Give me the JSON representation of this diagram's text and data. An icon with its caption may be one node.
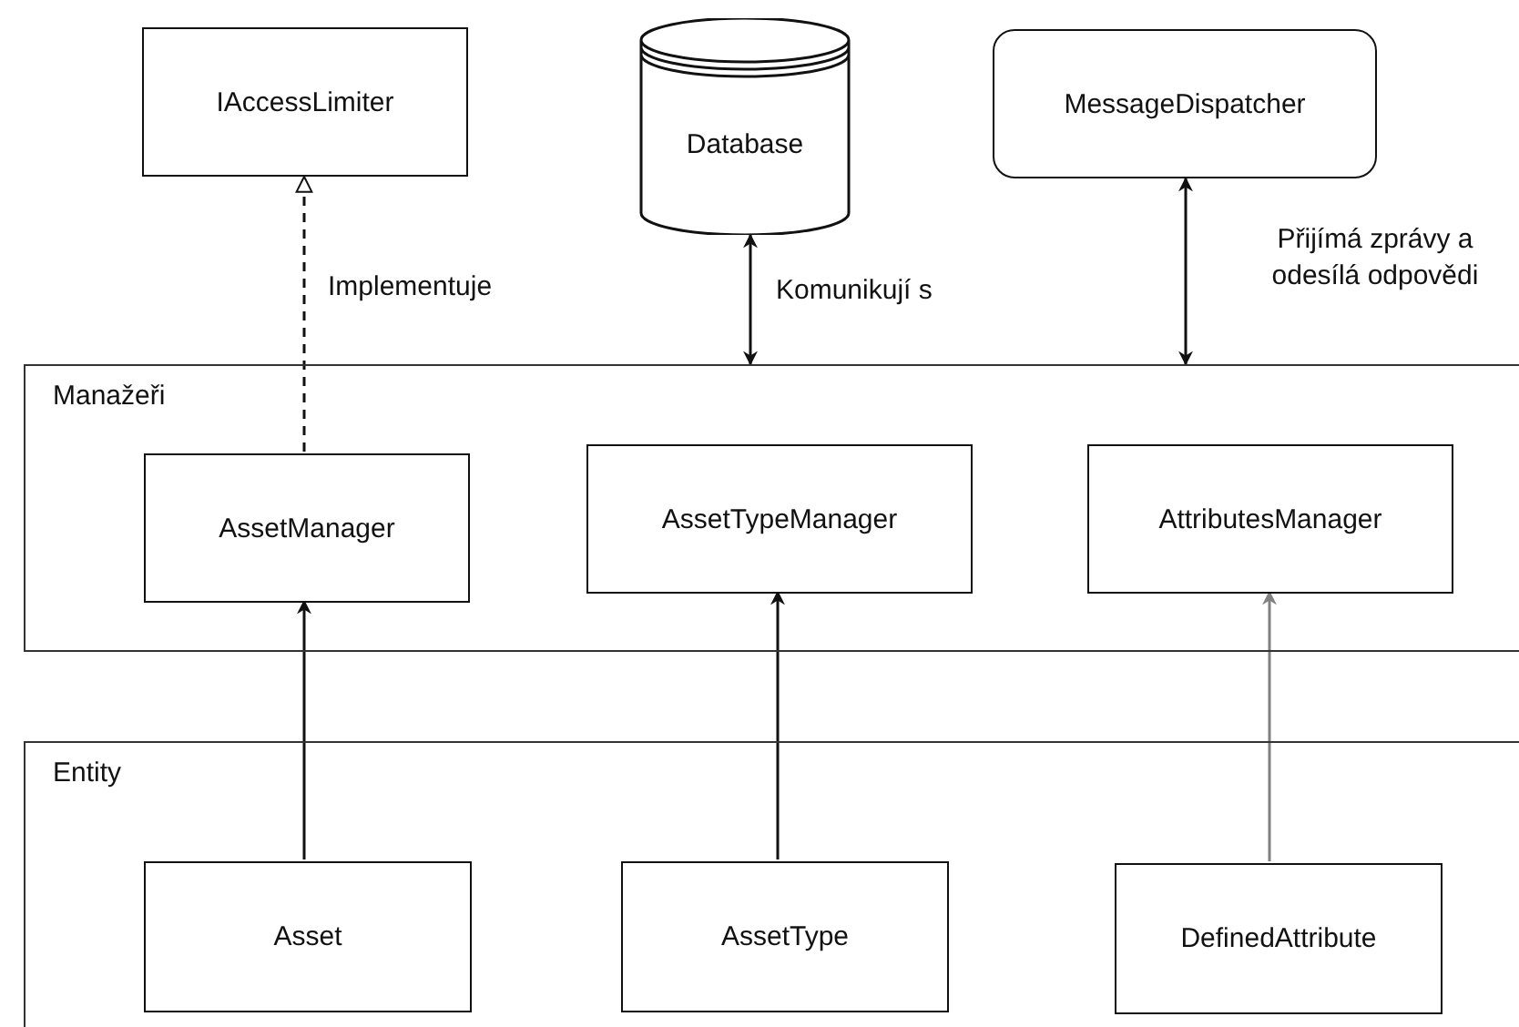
{
  "diagram": {
    "nodes": [
      {
        "text": [
          "IAccessLimiter"
        ]
      },
      {
        "text": [
          "Database"
        ]
      },
      {
        "text": [
          "MessageDispatcher"
        ]
      },
      {
        "text": [
          "Manažeři"
        ]
      },
      {
        "text": [
          "AssetManager"
        ],
        "in": 3
      },
      {
        "text": [
          "AssetTypeManager"
        ],
        "in": 3
      },
      {
        "text": [
          "AttributesManager"
        ],
        "in": 3
      },
      {
        "text": [
          "Entity"
        ]
      },
      {
        "text": [
          "Asset"
        ],
        "in": 7
      },
      {
        "text": [
          "AssetType"
        ],
        "in": 7
      },
      {
        "text": [
          "DefinedAttribute"
        ],
        "in": 7
      }
    ],
    "edges": [
      {
        "from": 4,
        "to": 0,
        "arrow": "to",
        "label": "Implementuje",
        "style": "dashed"
      },
      {
        "from": 1,
        "to": 3,
        "arrow": "both",
        "label": "Komunikují s"
      },
      {
        "from": 2,
        "to": 3,
        "arrow": "both",
        "label": "Přijímá zprávy a odesílá odpovědi"
      },
      {
        "from": 8,
        "to": 4,
        "arrow": "to"
      },
      {
        "from": 9,
        "to": 5,
        "arrow": "to"
      },
      {
        "from": 10,
        "to": 6,
        "arrow": "to",
        "color": "#808080"
      }
    ]
  }
}
